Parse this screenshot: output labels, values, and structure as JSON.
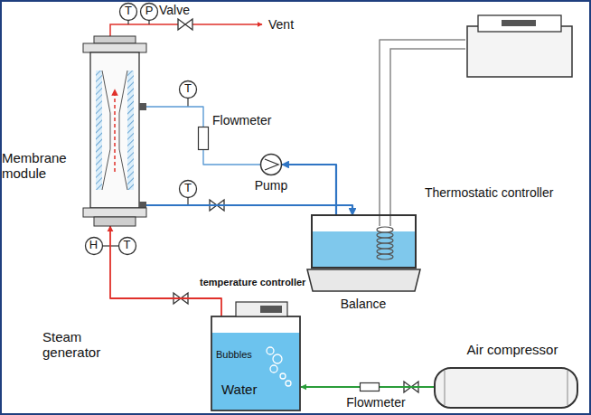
{
  "diagram": {
    "nodes": [
      {
        "text": [
          "T"
        ]
      },
      {
        "text": [
          "P"
        ]
      },
      {
        "text": [
          "Membrane module"
        ]
      },
      {
        "text": [
          "T"
        ]
      },
      {
        "text": [
          "Flowmeter"
        ]
      },
      {
        "text": [
          "Pump"
        ]
      },
      {
        "text": [
          "T"
        ]
      },
      {
        "text": [
          "Thermostatic controller"
        ]
      },
      {
        "text": [
          "Balance"
        ]
      },
      {
        "text": [
          "H"
        ]
      },
      {
        "text": [
          "T"
        ]
      },
      {
        "text": [
          "temperature controller",
          "Bubbles",
          "Water",
          "Steam generator"
        ]
      },
      {
        "text": [
          "Air compressor"
        ]
      },
      {
        "text": [
          "Flowmeter"
        ]
      }
    ],
    "edges": [
      {
        "from": 8,
        "to": 5,
        "arrow": "to"
      },
      {
        "from": 5,
        "to": 4,
        "arrow": "none"
      },
      {
        "from": 4,
        "to": 2,
        "arrow": "none"
      },
      {
        "from": 2,
        "to": 8,
        "arrow": "to"
      },
      {
        "from": 7,
        "to": 8,
        "arrow": "none"
      },
      {
        "from": 11,
        "to": 2,
        "arrow": "to"
      },
      {
        "from": 12,
        "to": 13,
        "arrow": "none"
      },
      {
        "from": 13,
        "to": 11,
        "arrow": "to"
      }
    ],
    "labels": [
      "Valve",
      "Vent"
    ]
  }
}
